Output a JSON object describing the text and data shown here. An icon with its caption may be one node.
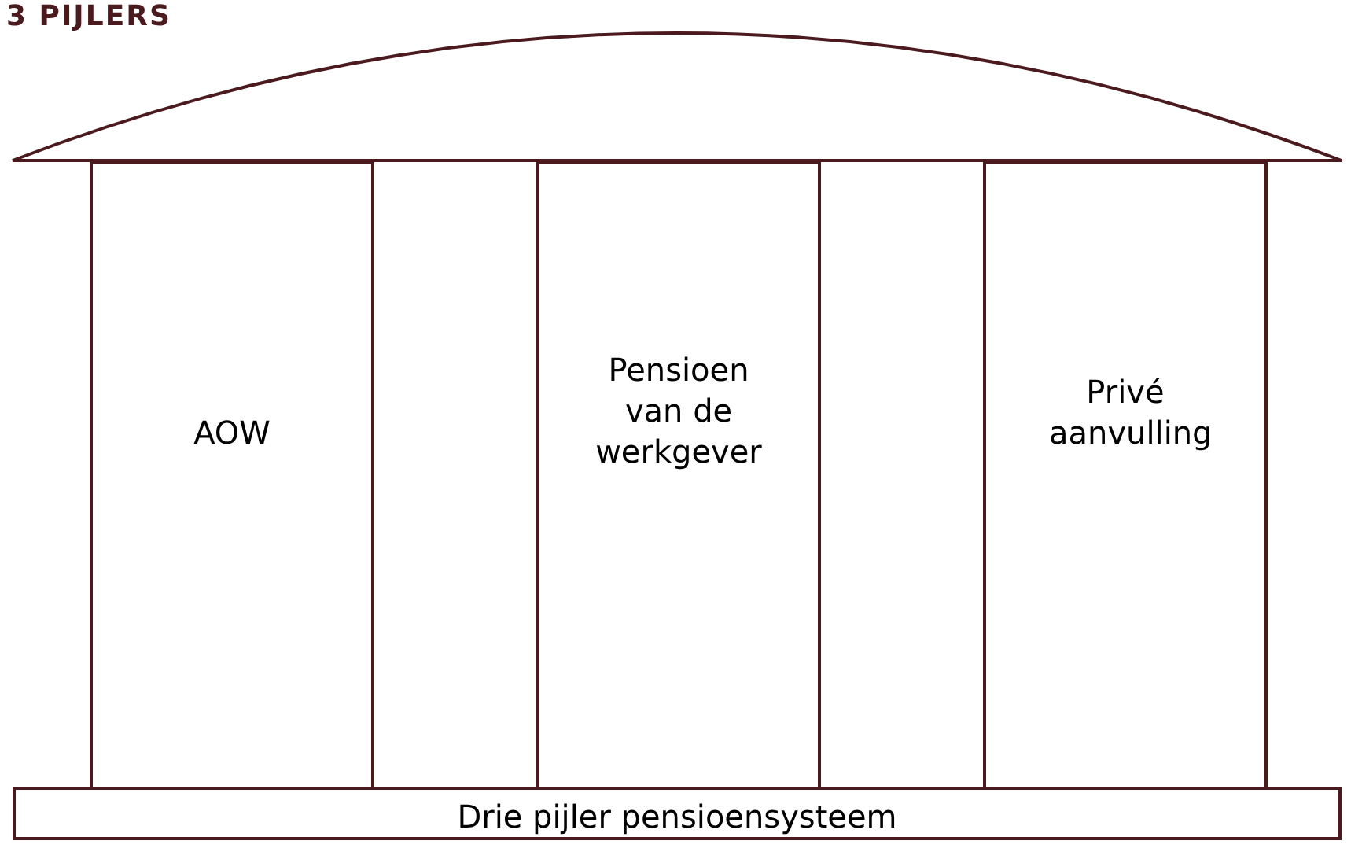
{
  "diagram": {
    "title": "3 PIJLERS",
    "nodes": [
      {
        "text": [],
        "shape": "roof"
      },
      {
        "text": [
          "AOW"
        ]
      },
      {
        "text": [
          "Pensioen van de werkgever"
        ]
      },
      {
        "text": [
          "Privé aanvulling"
        ]
      },
      {
        "text": [
          "Drie pijler pensioensysteem"
        ]
      }
    ],
    "edges": []
  }
}
